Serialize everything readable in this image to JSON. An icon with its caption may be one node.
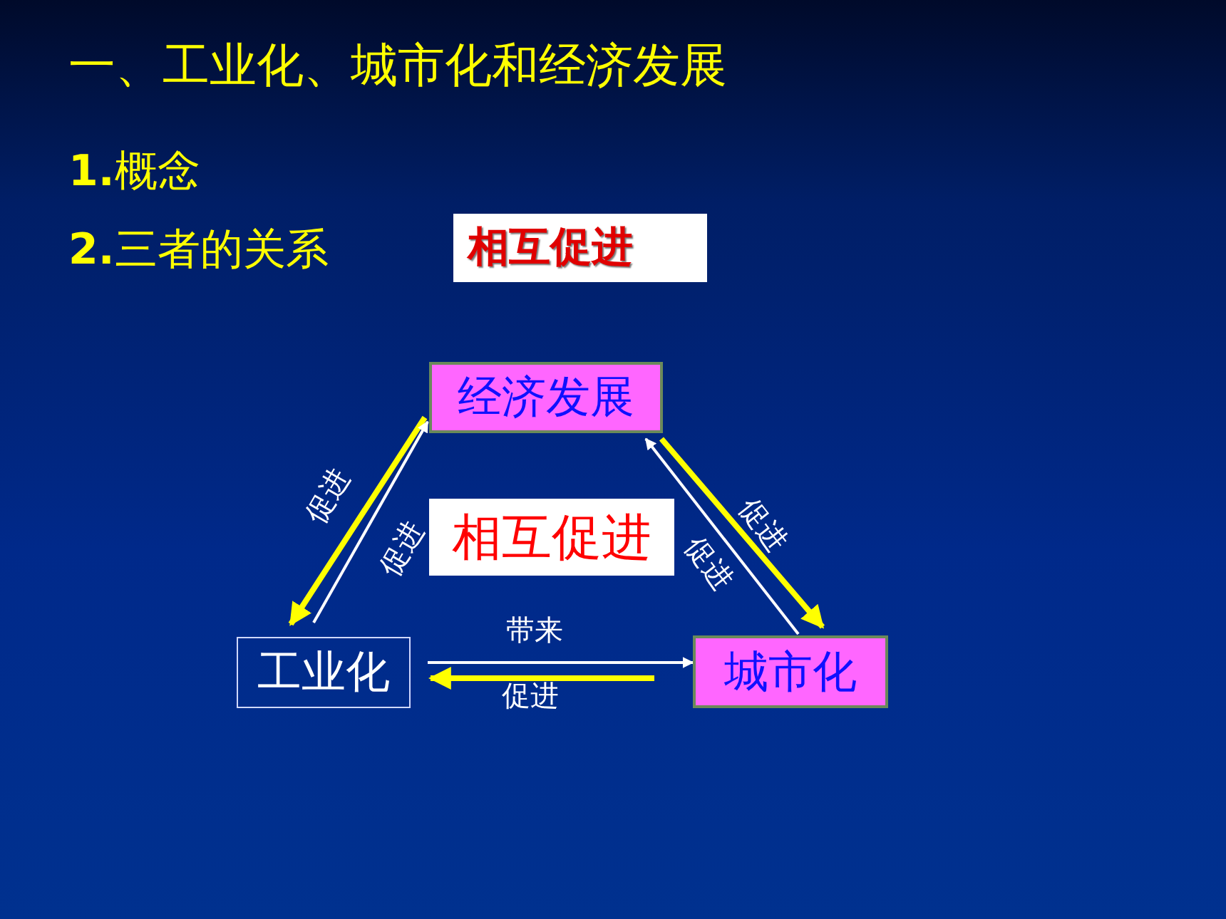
{
  "diagram": {
    "title": "一、工业化、城市化和经济发展",
    "nodes": [
      {
        "text": [
          "相互促进"
        ]
      },
      {
        "text": [
          "经济发展"
        ]
      },
      {
        "text": [
          "相互促进"
        ]
      },
      {
        "text": [
          "工业化"
        ]
      },
      {
        "text": [
          "城市化"
        ]
      }
    ],
    "edges": [
      {
        "from": 1,
        "to": 3,
        "arrow": "to",
        "label": "促进",
        "style": "thick",
        "color": "#ffff00"
      },
      {
        "from": 3,
        "to": 1,
        "arrow": "to",
        "label": "促进",
        "color": "#ffffff"
      },
      {
        "from": 4,
        "to": 1,
        "arrow": "to",
        "label": "促进",
        "color": "#ffffff"
      },
      {
        "from": 1,
        "to": 4,
        "arrow": "to",
        "label": "促进",
        "style": "thick",
        "color": "#ffff00"
      },
      {
        "from": 3,
        "to": 4,
        "arrow": "to",
        "label": "带来",
        "color": "#ffffff"
      },
      {
        "from": 4,
        "to": 3,
        "arrow": "to",
        "label": "促进",
        "style": "thick",
        "color": "#ffff00"
      }
    ],
    "labels": [
      "**1.**概念",
      "**2.**三者的关系"
    ]
  }
}
